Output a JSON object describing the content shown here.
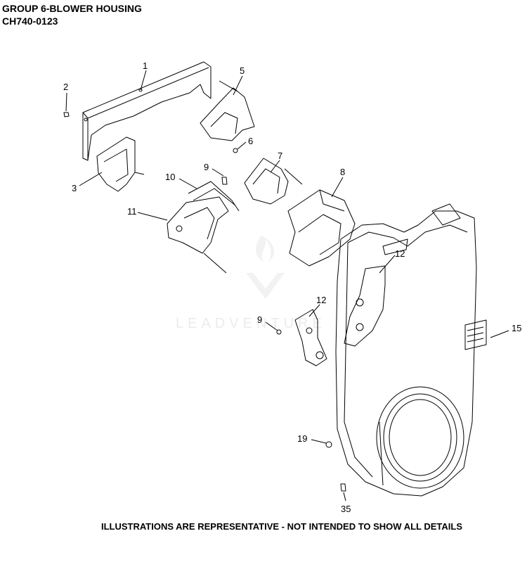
{
  "header": {
    "title": "GROUP 6-BLOWER HOUSING",
    "model": "CH740-0123"
  },
  "footer": {
    "note": "ILLUSTRATIONS ARE REPRESENTATIVE - NOT INTENDED TO SHOW ALL DETAILS"
  },
  "watermark": {
    "text": "LEADVENTURE"
  },
  "callouts": [
    "1",
    "2",
    "3",
    "5",
    "6",
    "7",
    "8",
    "9",
    "10",
    "11",
    "12",
    "12",
    "9",
    "15",
    "19",
    "35"
  ]
}
